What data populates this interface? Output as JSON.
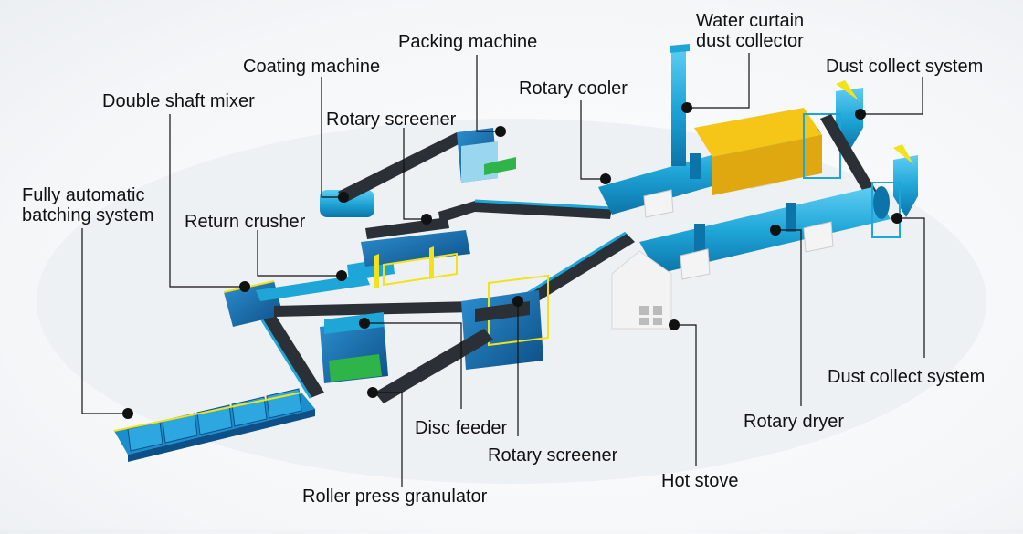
{
  "labels": {
    "water_curtain_line1": "Water curtain",
    "water_curtain_line2": "dust collector",
    "packing_machine": "Packing machine",
    "dust_collect_top": "Dust collect system",
    "coating_machine": "Coating machine",
    "rotary_cooler": "Rotary cooler",
    "double_shaft_mixer": "Double shaft mixer",
    "rotary_screener_top": "Rotary screener",
    "fully_auto_line1": "Fully automatic",
    "fully_auto_line2": "batching system",
    "return_crusher": "Return crusher",
    "dust_collect_bottom": "Dust collect system",
    "disc_feeder": "Disc feeder",
    "rotary_dryer": "Rotary dryer",
    "rotary_screener_bottom": "Rotary screener",
    "hot_stove": "Hot stove",
    "roller_press_granulator": "Roller press granulator"
  },
  "colors": {
    "machine_blue": "#1fa6d8",
    "machine_dark": "#0d4f86",
    "accent_yellow": "#f2e21a",
    "dust_box_yellow": "#f5c518",
    "belt_dark": "#2b2f36",
    "hot_stove_white": "#f3f3f3"
  }
}
